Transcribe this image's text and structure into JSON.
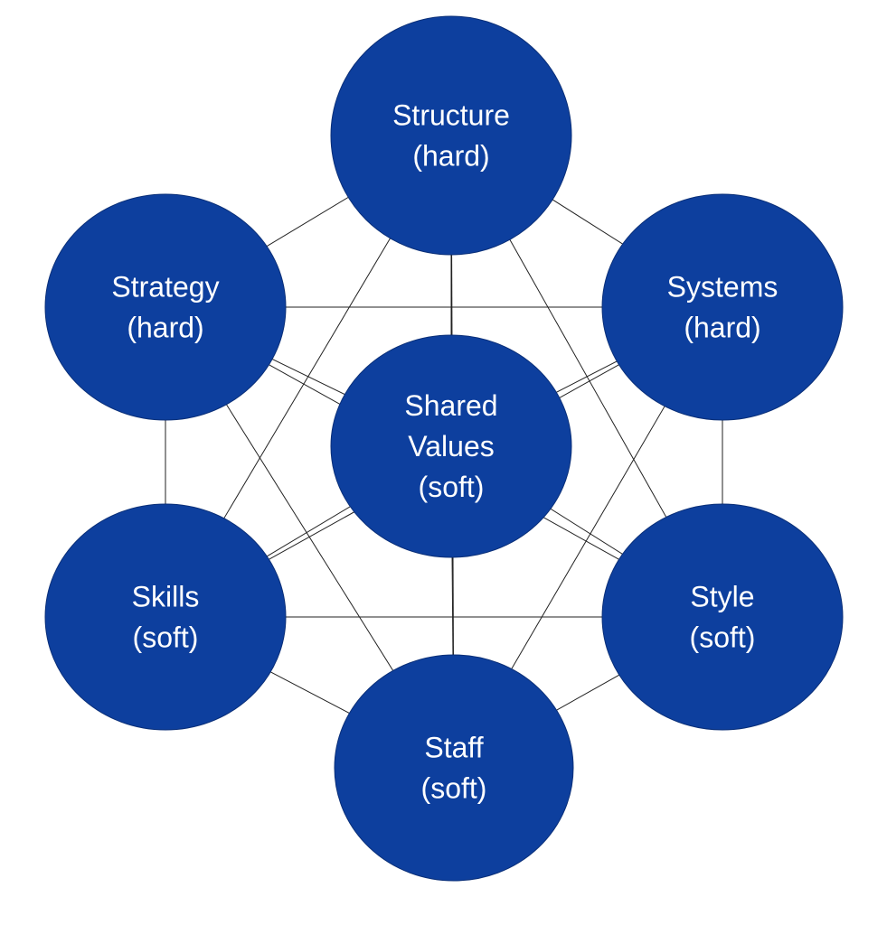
{
  "colors": {
    "node_fill": "#0d3f9e",
    "node_stroke": "#0a2f78",
    "line": "#222222"
  },
  "nodes": [
    {
      "id": "structure",
      "lines": [
        "Structure",
        "(hard)"
      ]
    },
    {
      "id": "strategy",
      "lines": [
        "Strategy",
        "(hard)"
      ]
    },
    {
      "id": "systems",
      "lines": [
        "Systems",
        "(hard)"
      ]
    },
    {
      "id": "shared-values",
      "lines": [
        "Shared",
        "Values",
        "(soft)"
      ]
    },
    {
      "id": "skills",
      "lines": [
        "Skills",
        "(soft)"
      ]
    },
    {
      "id": "style",
      "lines": [
        "Style",
        "(soft)"
      ]
    },
    {
      "id": "staff",
      "lines": [
        "Staff",
        "(soft)"
      ]
    }
  ]
}
